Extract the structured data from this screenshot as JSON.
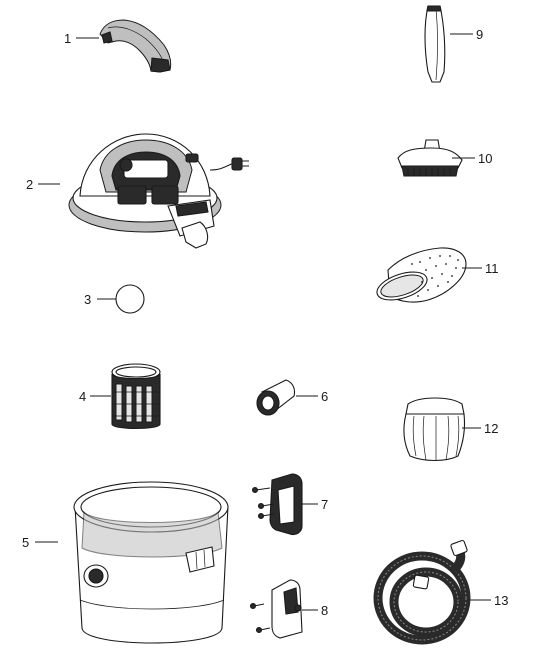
{
  "diagram": {
    "callouts": [
      {
        "id": "1",
        "text": "1"
      },
      {
        "id": "2",
        "text": "2"
      },
      {
        "id": "3",
        "text": "3"
      },
      {
        "id": "4",
        "text": "4"
      },
      {
        "id": "5",
        "text": "5"
      },
      {
        "id": "6",
        "text": "6"
      },
      {
        "id": "7",
        "text": "7"
      },
      {
        "id": "8",
        "text": "8"
      },
      {
        "id": "9",
        "text": "9"
      },
      {
        "id": "10",
        "text": "10"
      },
      {
        "id": "11",
        "text": "11"
      },
      {
        "id": "12",
        "text": "12"
      },
      {
        "id": "13",
        "text": "13"
      }
    ],
    "parts": [
      {
        "callout": "1",
        "icon": "carry-handle-icon"
      },
      {
        "callout": "2",
        "icon": "motor-head-icon"
      },
      {
        "callout": "3",
        "icon": "float-ball-icon"
      },
      {
        "callout": "4",
        "icon": "filter-cage-icon"
      },
      {
        "callout": "5",
        "icon": "tank-drum-icon"
      },
      {
        "callout": "6",
        "icon": "hose-adapter-icon"
      },
      {
        "callout": "7",
        "icon": "accessory-holder-icon"
      },
      {
        "callout": "8",
        "icon": "hose-clip-icon"
      },
      {
        "callout": "9",
        "icon": "crevice-tool-icon"
      },
      {
        "callout": "10",
        "icon": "utility-nozzle-icon"
      },
      {
        "callout": "11",
        "icon": "foam-sleeve-icon"
      },
      {
        "callout": "12",
        "icon": "filter-bag-icon"
      },
      {
        "callout": "13",
        "icon": "coiled-hose-icon"
      }
    ],
    "colors": {
      "line": "#1a1a1a",
      "dark": "#2a2a2a",
      "mid": "#bfbfbf",
      "light": "#e6e6e6"
    }
  }
}
